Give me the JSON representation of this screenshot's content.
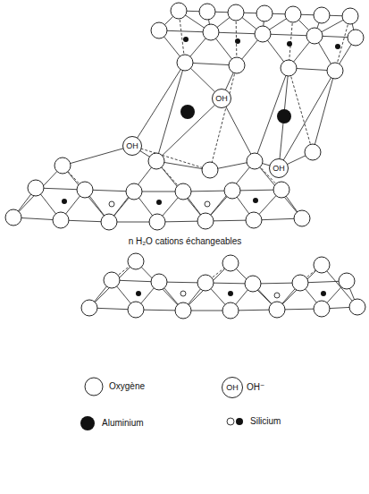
{
  "diagram": {
    "nodes": [
      {
        "text": [
          "OH"
        ]
      },
      {
        "text": [
          "OH"
        ]
      },
      {
        "text": [
          "OH"
        ]
      },
      {
        "text": [
          "OH"
        ]
      }
    ],
    "labels": [
      "n H₂O cations échangeables"
    ],
    "legend": [
      {
        "text": "Oxygène"
      },
      {
        "text": "OH⁻"
      },
      {
        "text": "Aluminium"
      },
      {
        "text": "Silicium"
      }
    ]
  }
}
